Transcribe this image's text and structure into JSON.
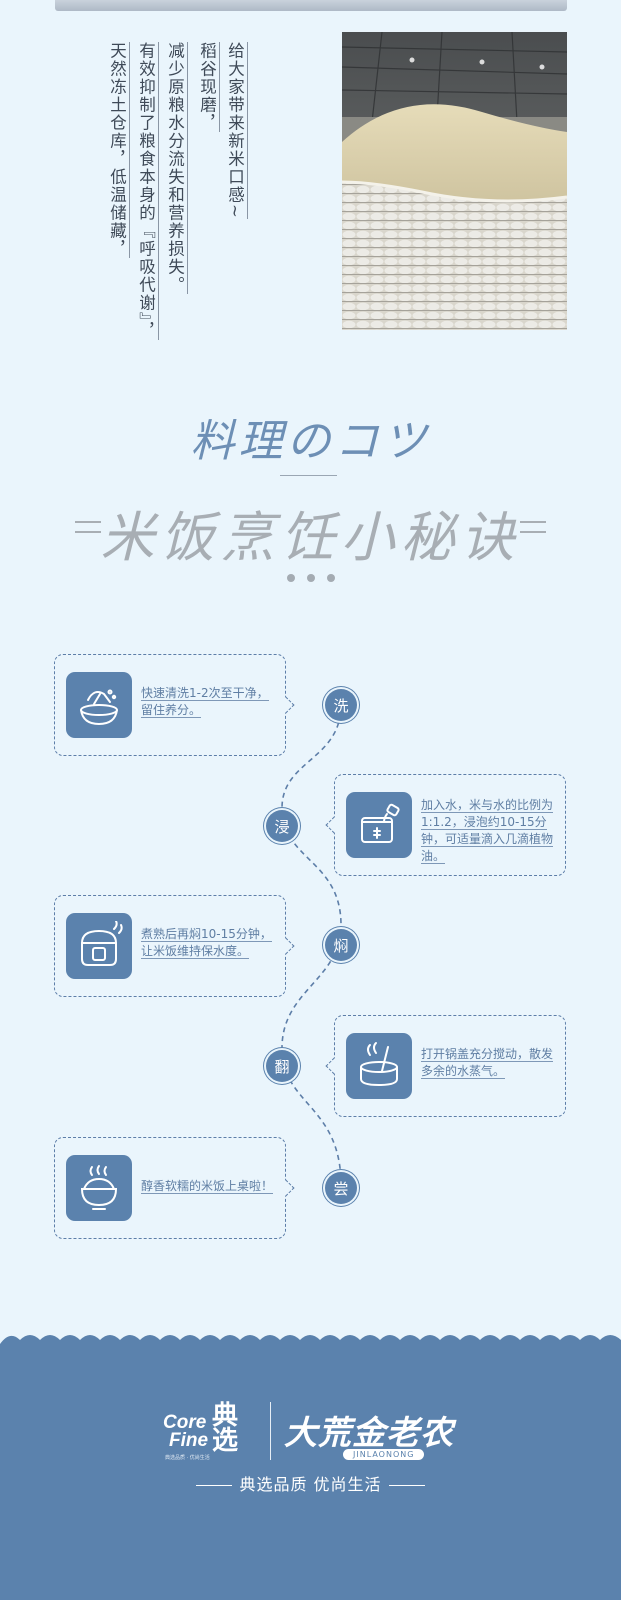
{
  "intro": {
    "columns": [
      "给大家带来新米口感~",
      "稻谷现磨，",
      "减少原粮水分流失和营养损失。",
      "有效抑制了粮食本身的『呼吸代谢』，",
      "天然冻土仓库，低温储藏，"
    ]
  },
  "section": {
    "title_jp": "料理のコツ",
    "title_cn": "米饭烹饪小秘诀"
  },
  "steps": [
    {
      "badge": "洗",
      "text": "快速清洗1-2次至干净，留住养分。",
      "icon": "washing-rice-icon"
    },
    {
      "badge": "浸",
      "text": "加入水，米与水的比例为1:1.2，浸泡约10-15分钟，可适量滴入几滴植物油。",
      "icon": "pouring-water-pot-icon"
    },
    {
      "badge": "焖",
      "text": "煮熟后再焖10-15分钟，让米饭维持保水度。",
      "icon": "rice-cooker-icon"
    },
    {
      "badge": "翻",
      "text": "打开锅盖充分搅动，散发多余的水蒸气。",
      "icon": "stirring-pot-icon"
    },
    {
      "badge": "尝",
      "text": "醇香软糯的米饭上桌啦！",
      "icon": "rice-bowl-icon"
    }
  ],
  "footer": {
    "logo_core_line1": "Core",
    "logo_core_line2": "Fine",
    "logo_dianxuan": "典选",
    "logo_sub": "典选品质 · 优尚生活",
    "logo_jinlaonong": "大荒金老农",
    "logo_pill": "JINLAONONG",
    "slogan": "典选品质 优尚生活"
  },
  "colors": {
    "background": "#eaf5fc",
    "accent": "#5b82ad",
    "title_jp": "#6d8fb5",
    "title_cn": "#a8aeb4"
  }
}
